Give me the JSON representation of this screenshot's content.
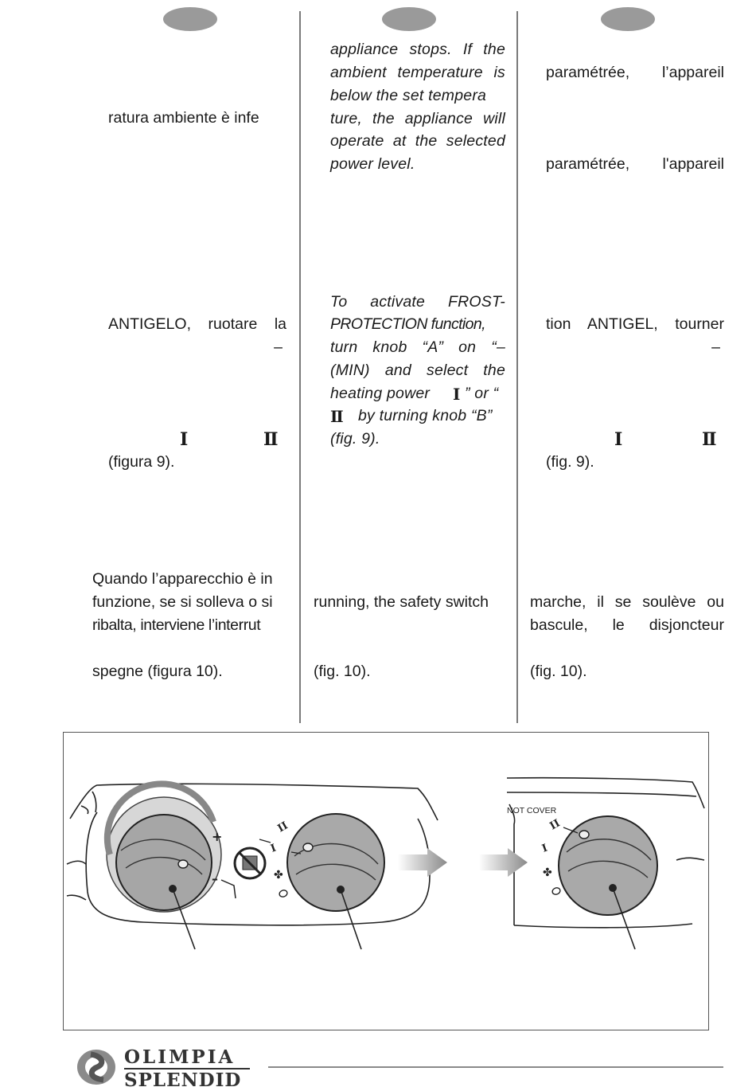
{
  "col1": {
    "line1": "ratura ambiente è infe",
    "line2": "ANTIGELO, ruotare la",
    "line3": "–",
    "line4": "(figura 9).",
    "p3": [
      "Quando l’apparecchio è in",
      "funzione, se si solleva o si",
      "ribalta, interviene l’interrut"
    ],
    "p3_end": "spegne (figura 10).",
    "sym_one": "I",
    "sym_two": "II"
  },
  "col2": {
    "p1": [
      "appliance stops. If the",
      "ambient temperature is",
      "below the set tempera",
      "ture, the appliance will",
      "operate at the selected",
      "power level."
    ],
    "p2": [
      "To activate FROST-",
      "PROTECTION function,",
      "turn knob “A” on “–",
      "(MIN) and select the",
      "heating power",
      "” or “",
      "by turning knob “B”",
      "(fig. 9)."
    ],
    "p3": "running, the safety switch",
    "p3_end": "(fig. 10).",
    "sym_one": "I",
    "sym_two": "II"
  },
  "col3": {
    "line1": "paramétrée, l’appareil",
    "line2": "paramétrée, l'appareil",
    "line3": "tion ANTIGEL, tourner",
    "line4": "–",
    "line5": "(fig. 9).",
    "p3": [
      "marche, il se soulève ou",
      "bascule, le disjoncteur"
    ],
    "p3_end": "(fig. 10).",
    "sym_one": "I",
    "sym_two": "II"
  },
  "figure": {
    "plus": "+",
    "minus": "–",
    "knob_two": "II",
    "knob_one": "I",
    "not_cover": "NOT COVER"
  },
  "logo": {
    "line1": "OLIMPIA",
    "line2": "SPLENDID"
  }
}
